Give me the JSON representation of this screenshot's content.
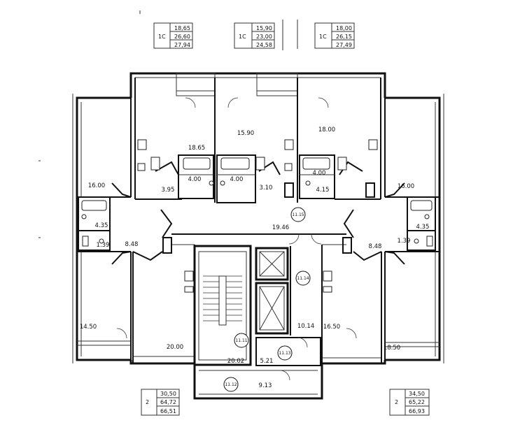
{
  "legend_tables": [
    {
      "id": "apt-top-left",
      "type": "1С",
      "values": [
        "18,65",
        "26,60",
        "27,94"
      ]
    },
    {
      "id": "apt-top-mid",
      "type": "1С",
      "values": [
        "15,90",
        "23,00",
        "24,58"
      ]
    },
    {
      "id": "apt-top-right",
      "type": "1С",
      "values": [
        "18,00",
        "26,15",
        "27,49"
      ]
    },
    {
      "id": "apt-bot-left",
      "type": "2",
      "values": [
        "30,50",
        "64,72",
        "66,51"
      ]
    },
    {
      "id": "apt-bot-right",
      "type": "2",
      "values": [
        "34,50",
        "65,22",
        "66,93"
      ]
    }
  ],
  "rooms": {
    "r1865": "18.65",
    "r1590": "15.90",
    "r1800": "18.00",
    "r1600l": "16.00",
    "r1600r": "16.00",
    "r395": "3.95",
    "r400a": "4.00",
    "r400b": "4.00",
    "r310": "3.10",
    "r400c": "4.00",
    "r415": "4.15",
    "r435l": "4.35",
    "r435r": "4.35",
    "r139l": "1.39",
    "r139r": "1.39",
    "r848l": "8.48",
    "r848r": "8.48",
    "r1946": "19.46",
    "r1450": "14.50",
    "r2000": "20.00",
    "r1650": "16.50",
    "r1850": "18.50",
    "r1014": "10.14",
    "r2002": "20.02",
    "r521": "5.21",
    "r913": "9.13"
  },
  "tags": {
    "t1115": "11.15",
    "t1114": "11.14",
    "t1111": "11.11",
    "t1113": "11.13",
    "t1112": "11.12"
  }
}
